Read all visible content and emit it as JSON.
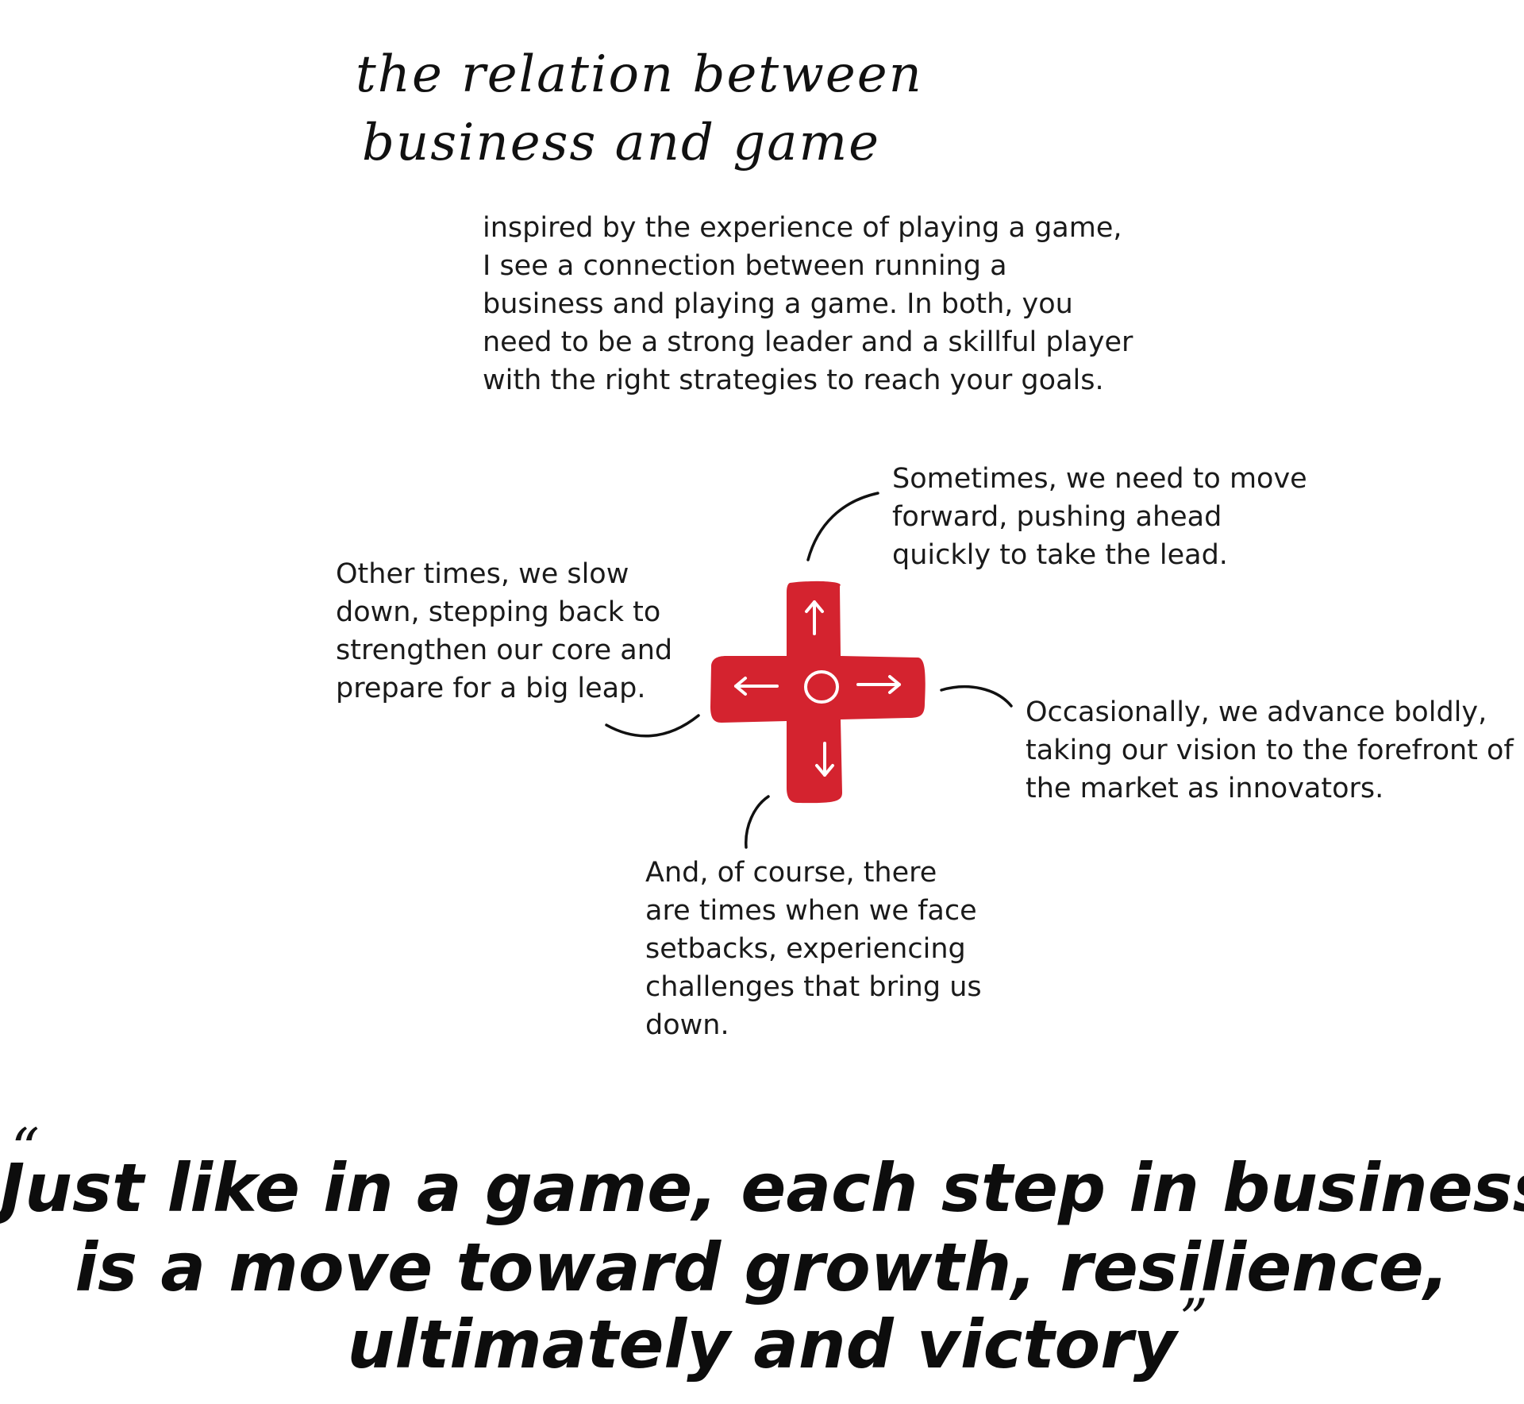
{
  "title": {
    "lines": [
      "the relation between",
      "business and game"
    ]
  },
  "intro": {
    "lines": [
      "inspired by the experience of playing a game,",
      "I see a connection between running a",
      "business and playing a game. In both, you",
      "need to be a strong leader and a skillful player",
      "with the right strategies to reach your goals."
    ]
  },
  "dpad": {
    "color": "#d4232f",
    "icons": [
      "arrow-up-icon",
      "arrow-down-icon",
      "arrow-left-icon",
      "arrow-right-icon",
      "circle-icon"
    ]
  },
  "notes": {
    "up": [
      "Sometimes, we need to move",
      "forward, pushing ahead",
      "quickly to take the lead."
    ],
    "left": [
      "Other times, we slow",
      "down, stepping back to",
      "strengthen our core and",
      "prepare for a big leap."
    ],
    "right": [
      "Occasionally, we advance boldly,",
      "taking our vision to the forefront of",
      "the market as innovators."
    ],
    "down": [
      "And, of course, there",
      "are times when we face",
      "setbacks, experiencing",
      "challenges that bring us",
      "down."
    ]
  },
  "quote": {
    "open_mark": "“",
    "close_mark": "”",
    "lines": [
      "Just like in a game, each step in business",
      "is a move toward growth, resilience,",
      "ultimately and victory"
    ]
  }
}
